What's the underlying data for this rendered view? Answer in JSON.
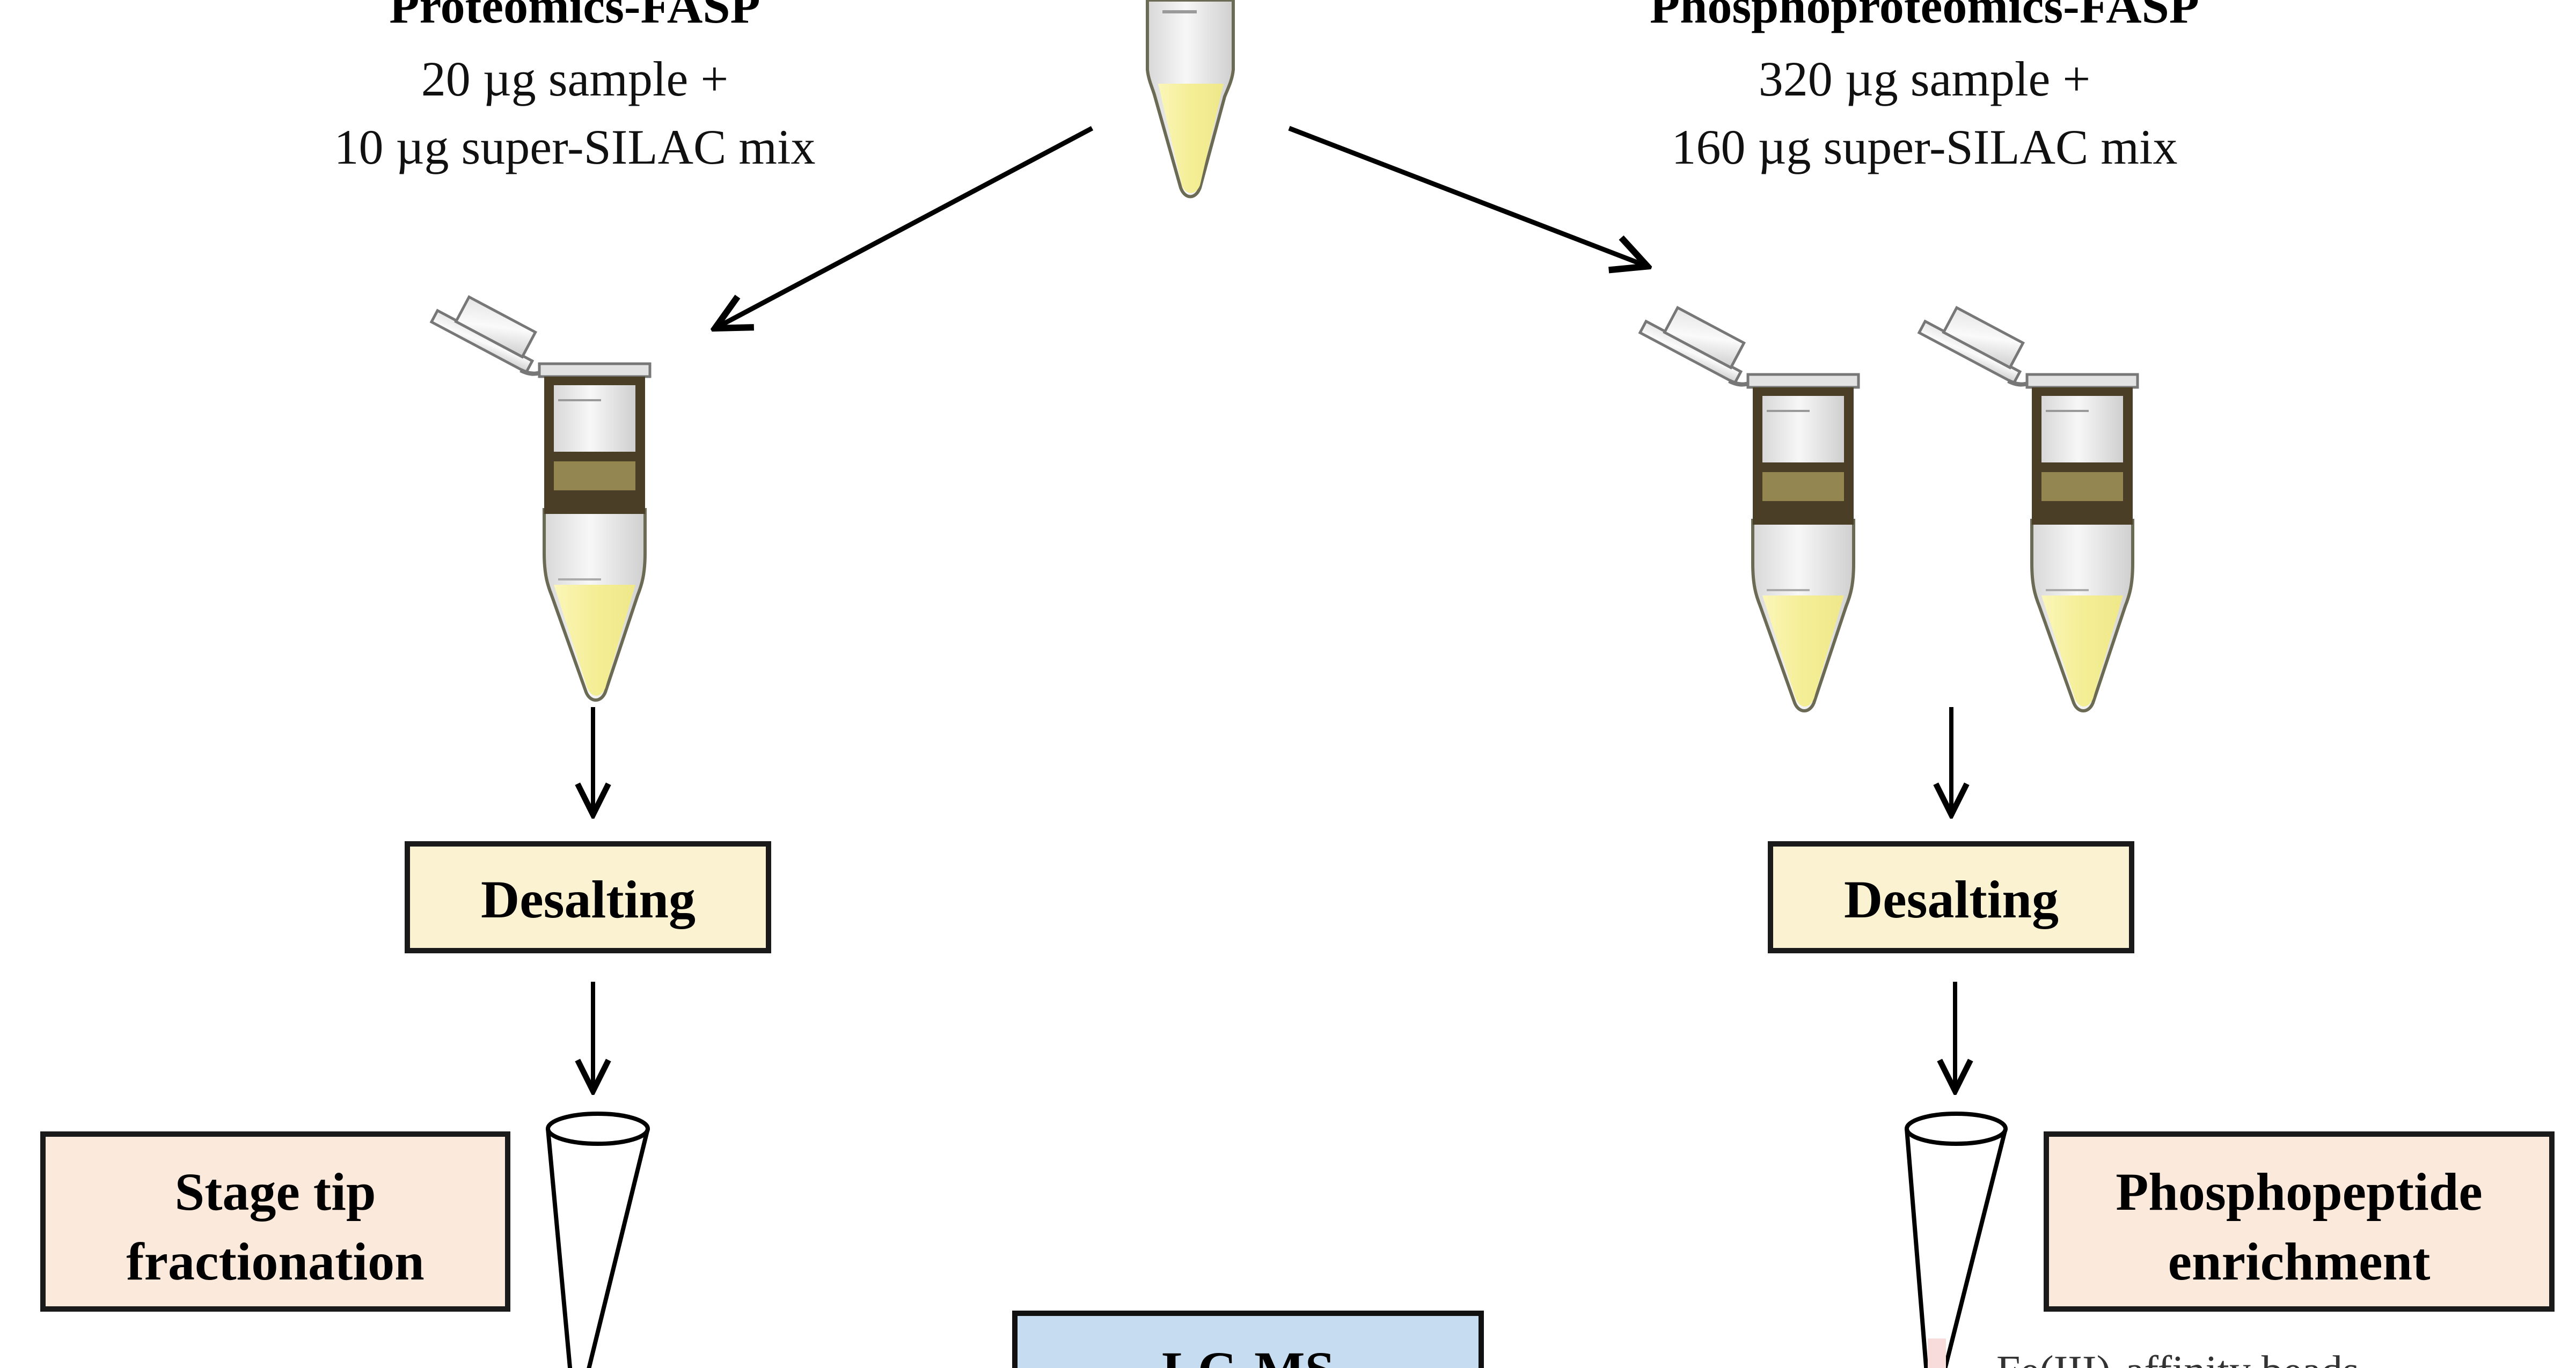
{
  "left_branch": {
    "title": "Proteomics-FASP",
    "line1": "20 µg sample +",
    "line2": "10 µg super-SILAC mix",
    "desalting": "Desalting",
    "fractionation_line1": "Stage tip",
    "fractionation_line2": "fractionation"
  },
  "right_branch": {
    "title": "Phosphoproteomics-FASP",
    "line1": "320 µg sample +",
    "line2": "160 µg super-SILAC mix",
    "desalting": "Desalting",
    "enrichment_line1": "Phosphopeptide",
    "enrichment_line2": "enrichment",
    "beads_label": "Fe(III)-affinity beads"
  },
  "center": {
    "lcms_label": "LC-MS"
  },
  "colors": {
    "desalting_fill": "#fbf2d2",
    "process_fill": "#fbe9dc",
    "lcms_fill": "#c6dcf0",
    "liquid": "#f5f0a0",
    "filter_frame": "#4a3e26",
    "filter_membrane": "#938651",
    "stroke": "#111111"
  }
}
